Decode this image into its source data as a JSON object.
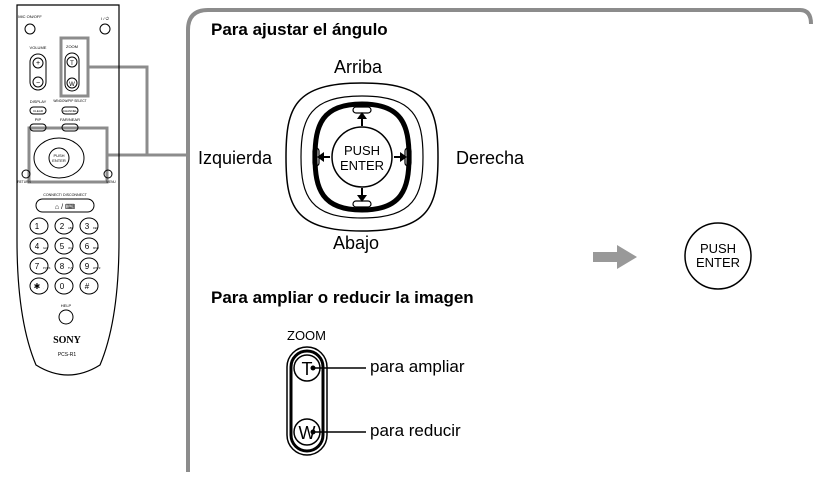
{
  "remote": {
    "buttons": {
      "mic_on_off": "MIC ON/OFF",
      "power": "I / ⏻",
      "volume": "VOLUME",
      "zoom": "ZOOM",
      "display": "DISPLAY",
      "clear": "CLEAR",
      "window_select": "WINDOW/PIP SELECT",
      "channel": "CHANNEL",
      "pip": "PIP",
      "far_near": "FAR/NEAR",
      "return": "RETURN",
      "menu": "MENU",
      "connect": "CONNECT/ DISCONNECT",
      "help": "HELP"
    },
    "keypad": [
      {
        "digit": "1",
        "sub": ""
      },
      {
        "digit": "2",
        "sub": "ABC"
      },
      {
        "digit": "3",
        "sub": "DEF"
      },
      {
        "digit": "4",
        "sub": "GHI"
      },
      {
        "digit": "5",
        "sub": "JKL"
      },
      {
        "digit": "6",
        "sub": "MNO"
      },
      {
        "digit": "7",
        "sub": "PQRS"
      },
      {
        "digit": "8",
        "sub": "TUV"
      },
      {
        "digit": "9",
        "sub": "WXYZ"
      },
      {
        "digit": "✱",
        "sub": "."
      },
      {
        "digit": "0",
        "sub": ""
      },
      {
        "digit": "#",
        "sub": ""
      }
    ],
    "brand": "SONY",
    "model": "PCS-R1"
  },
  "section_angle": {
    "heading": "Para ajustar el ángulo",
    "up": "Arriba",
    "down": "Abajo",
    "left": "Izquierda",
    "right": "Derecha",
    "push_line1": "PUSH",
    "push_line2": "ENTER"
  },
  "section_zoom": {
    "heading": "Para ampliar o reducir la imagen",
    "zoom_label": "ZOOM",
    "t_key": "T",
    "w_key": "W",
    "t_action": "para ampliar",
    "w_action": "para reducir"
  },
  "colors": {
    "frame": "#8c8c8c",
    "callout": "#8c8c8c",
    "arrow": "#999999"
  }
}
